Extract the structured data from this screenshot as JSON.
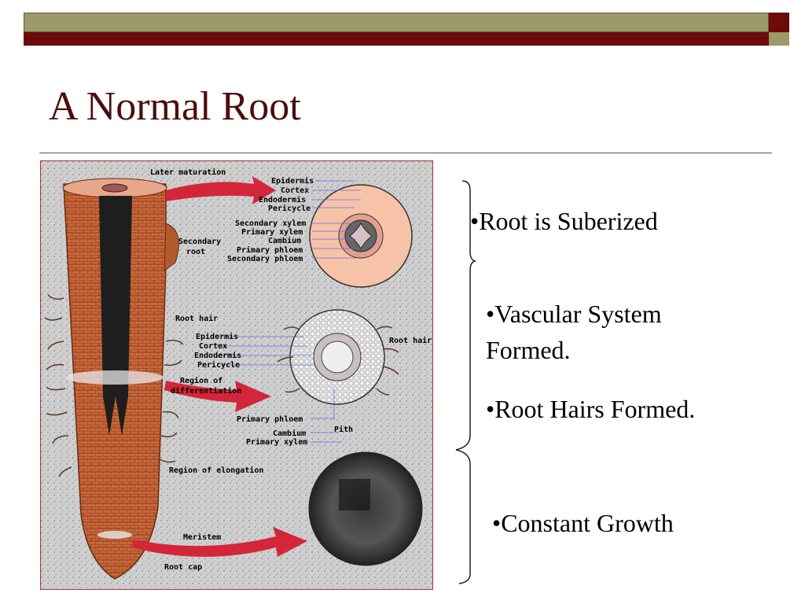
{
  "slide": {
    "title": "A Normal Root",
    "bullets": [
      "•Root is Suberized",
      "•Vascular System Formed.",
      "•Root Hairs Formed.",
      "•Constant Growth"
    ]
  },
  "figure": {
    "labels": {
      "later_maturation": "Later maturation",
      "epidermis": "Epidermis",
      "cortex": "Cortex",
      "endodermis": "Endodermis",
      "pericycle": "Pericycle",
      "secondary_xylem": "Secondary xylem",
      "primary_xylem": "Primary xylem",
      "cambium": "Cambium",
      "primary_phloem": "Primary phloem",
      "secondary_phloem": "Secondary phloem",
      "secondary_root_1": "Secondary",
      "secondary_root_2": "root",
      "root_hair": "Root hair",
      "root_hair_2": "Root hair",
      "epidermis_2": "Epidermis",
      "cortex_2": "Cortex",
      "endodermis_2": "Endodermis",
      "pericycle_2": "Pericycle",
      "region_diff_1": "Region of",
      "region_diff_2": "differentiation",
      "primary_phloem_2": "Primary phloem",
      "cambium_2": "Cambium",
      "primary_xylem_2": "Primary xylem",
      "pith": "Pith",
      "region_elongation": "Region of elongation",
      "meristem": "Meristem",
      "root_cap": "Root cap"
    }
  },
  "colors": {
    "title": "#4d0d0d",
    "band_olive": "#9c9a6a",
    "band_maroon": "#6d0a0a",
    "root_orange": "#c8663a",
    "arrow_red": "#d4263a"
  }
}
